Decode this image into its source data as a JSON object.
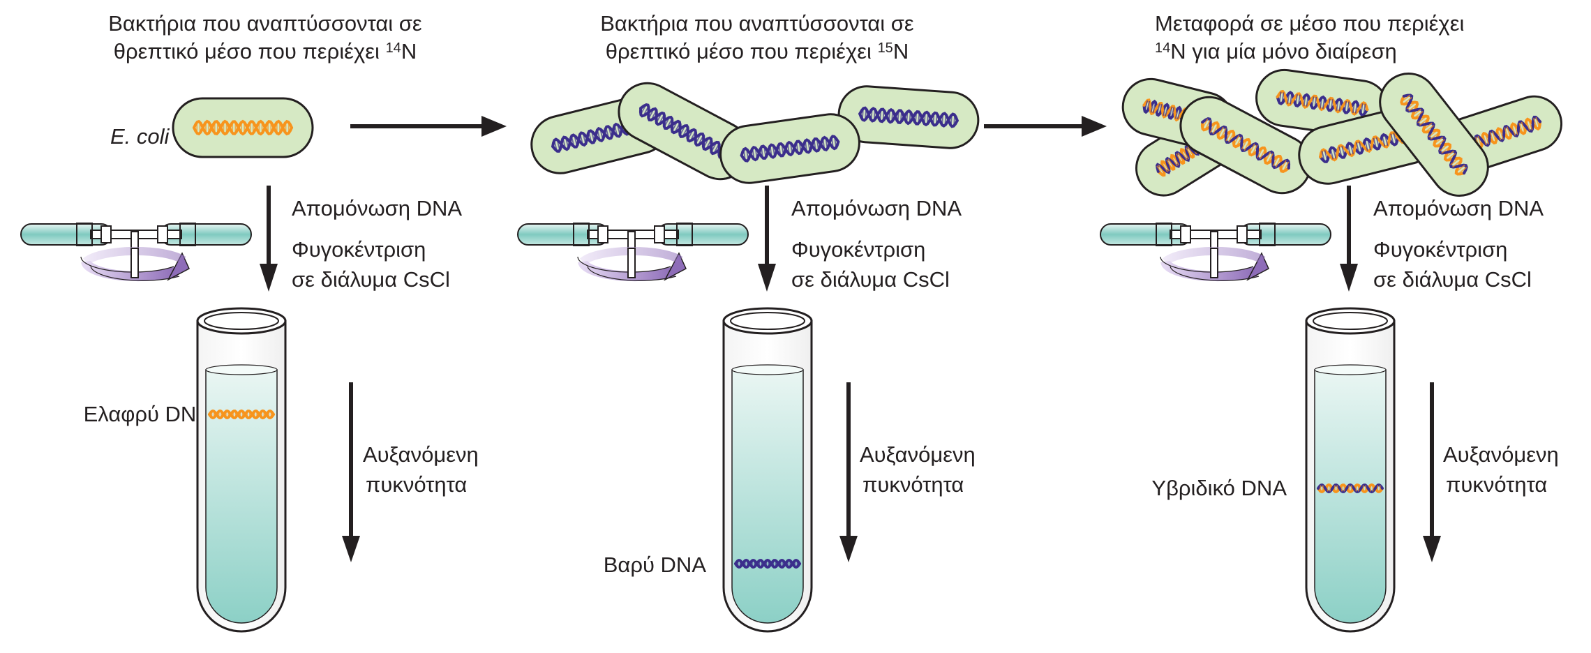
{
  "colors": {
    "cell_fill": "#d6e9c4",
    "cell_stroke": "#231f20",
    "light_dna": "#f7941d",
    "heavy_dna": "#3b2e8c",
    "tube_liquid_top": "#e6f4f1",
    "tube_liquid_bottom": "#8fd1c8",
    "rotor_purple": "#9b7fc0",
    "arrow": "#231f20"
  },
  "panels": [
    {
      "heading_line1": "Βακτήρια που αναπτύσσονται σε",
      "heading_line2": "θρεπτικό μέσο που περιέχει",
      "isotope_mass": "14",
      "isotope_symbol": "N",
      "organism_label": "E. coli",
      "step1": "Απομόνωση DNA",
      "step2_line1": "Φυγοκέντριση",
      "step2_line2": "σε διάλυμα CsCl",
      "band_label": "Ελαφρύ DNA",
      "band_dna": "light-dna",
      "density_line1": "Αυξανόμενη",
      "density_line2": "πυκνότητα"
    },
    {
      "heading_line1": "Βακτήρια που αναπτύσσονται σε",
      "heading_line2": "θρεπτικό μέσο που περιέχει",
      "isotope_mass": "15",
      "isotope_symbol": "N",
      "step1": "Απομόνωση DNA",
      "step2_line1": "Φυγοκέντριση",
      "step2_line2": "σε διάλυμα CsCl",
      "band_label": "Βαρύ DNA",
      "band_dna": "heavy-dna",
      "density_line1": "Αυξανόμενη",
      "density_line2": "πυκνότητα"
    },
    {
      "heading_line1": "Μεταφορά σε μέσο που περιέχει",
      "isotope_mass": "14",
      "isotope_symbol": "N",
      "heading_line2_rest": "για μία μόνο διαίρεση",
      "step1": "Απομόνωση DNA",
      "step2_line1": "Φυγοκέντριση",
      "step2_line2": "σε διάλυμα CsCl",
      "band_label": "Υβριδικό DNA",
      "band_dna": "hybrid-dna",
      "density_line1": "Αυξανόμενη",
      "density_line2": "πυκνότητα"
    }
  ]
}
